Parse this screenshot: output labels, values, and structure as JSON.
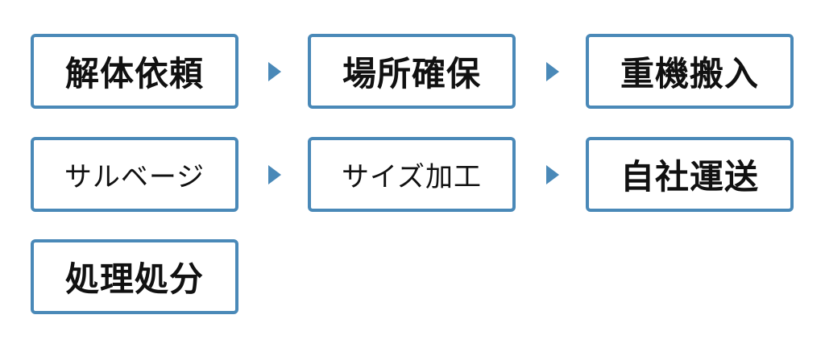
{
  "steps": [
    "解体依頼",
    "場所確保",
    "重機搬入",
    "サルベージ",
    "サイズ加工",
    "自社運送",
    "処理処分"
  ],
  "accent_color": "#4a89b8"
}
